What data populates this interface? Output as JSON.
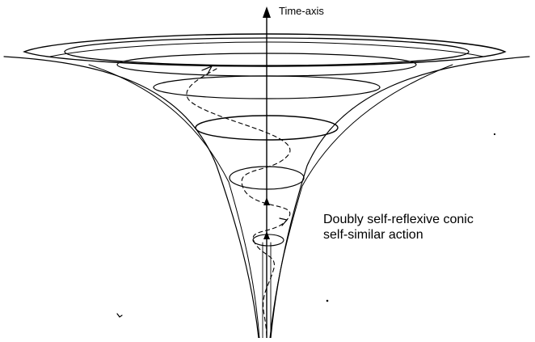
{
  "diagram": {
    "axis_label": "Time-axis",
    "caption_lines": [
      "Doubly self-reflexive conic",
      "self-similar action"
    ],
    "ink_color": "#000000",
    "background_color": "#ffffff"
  }
}
